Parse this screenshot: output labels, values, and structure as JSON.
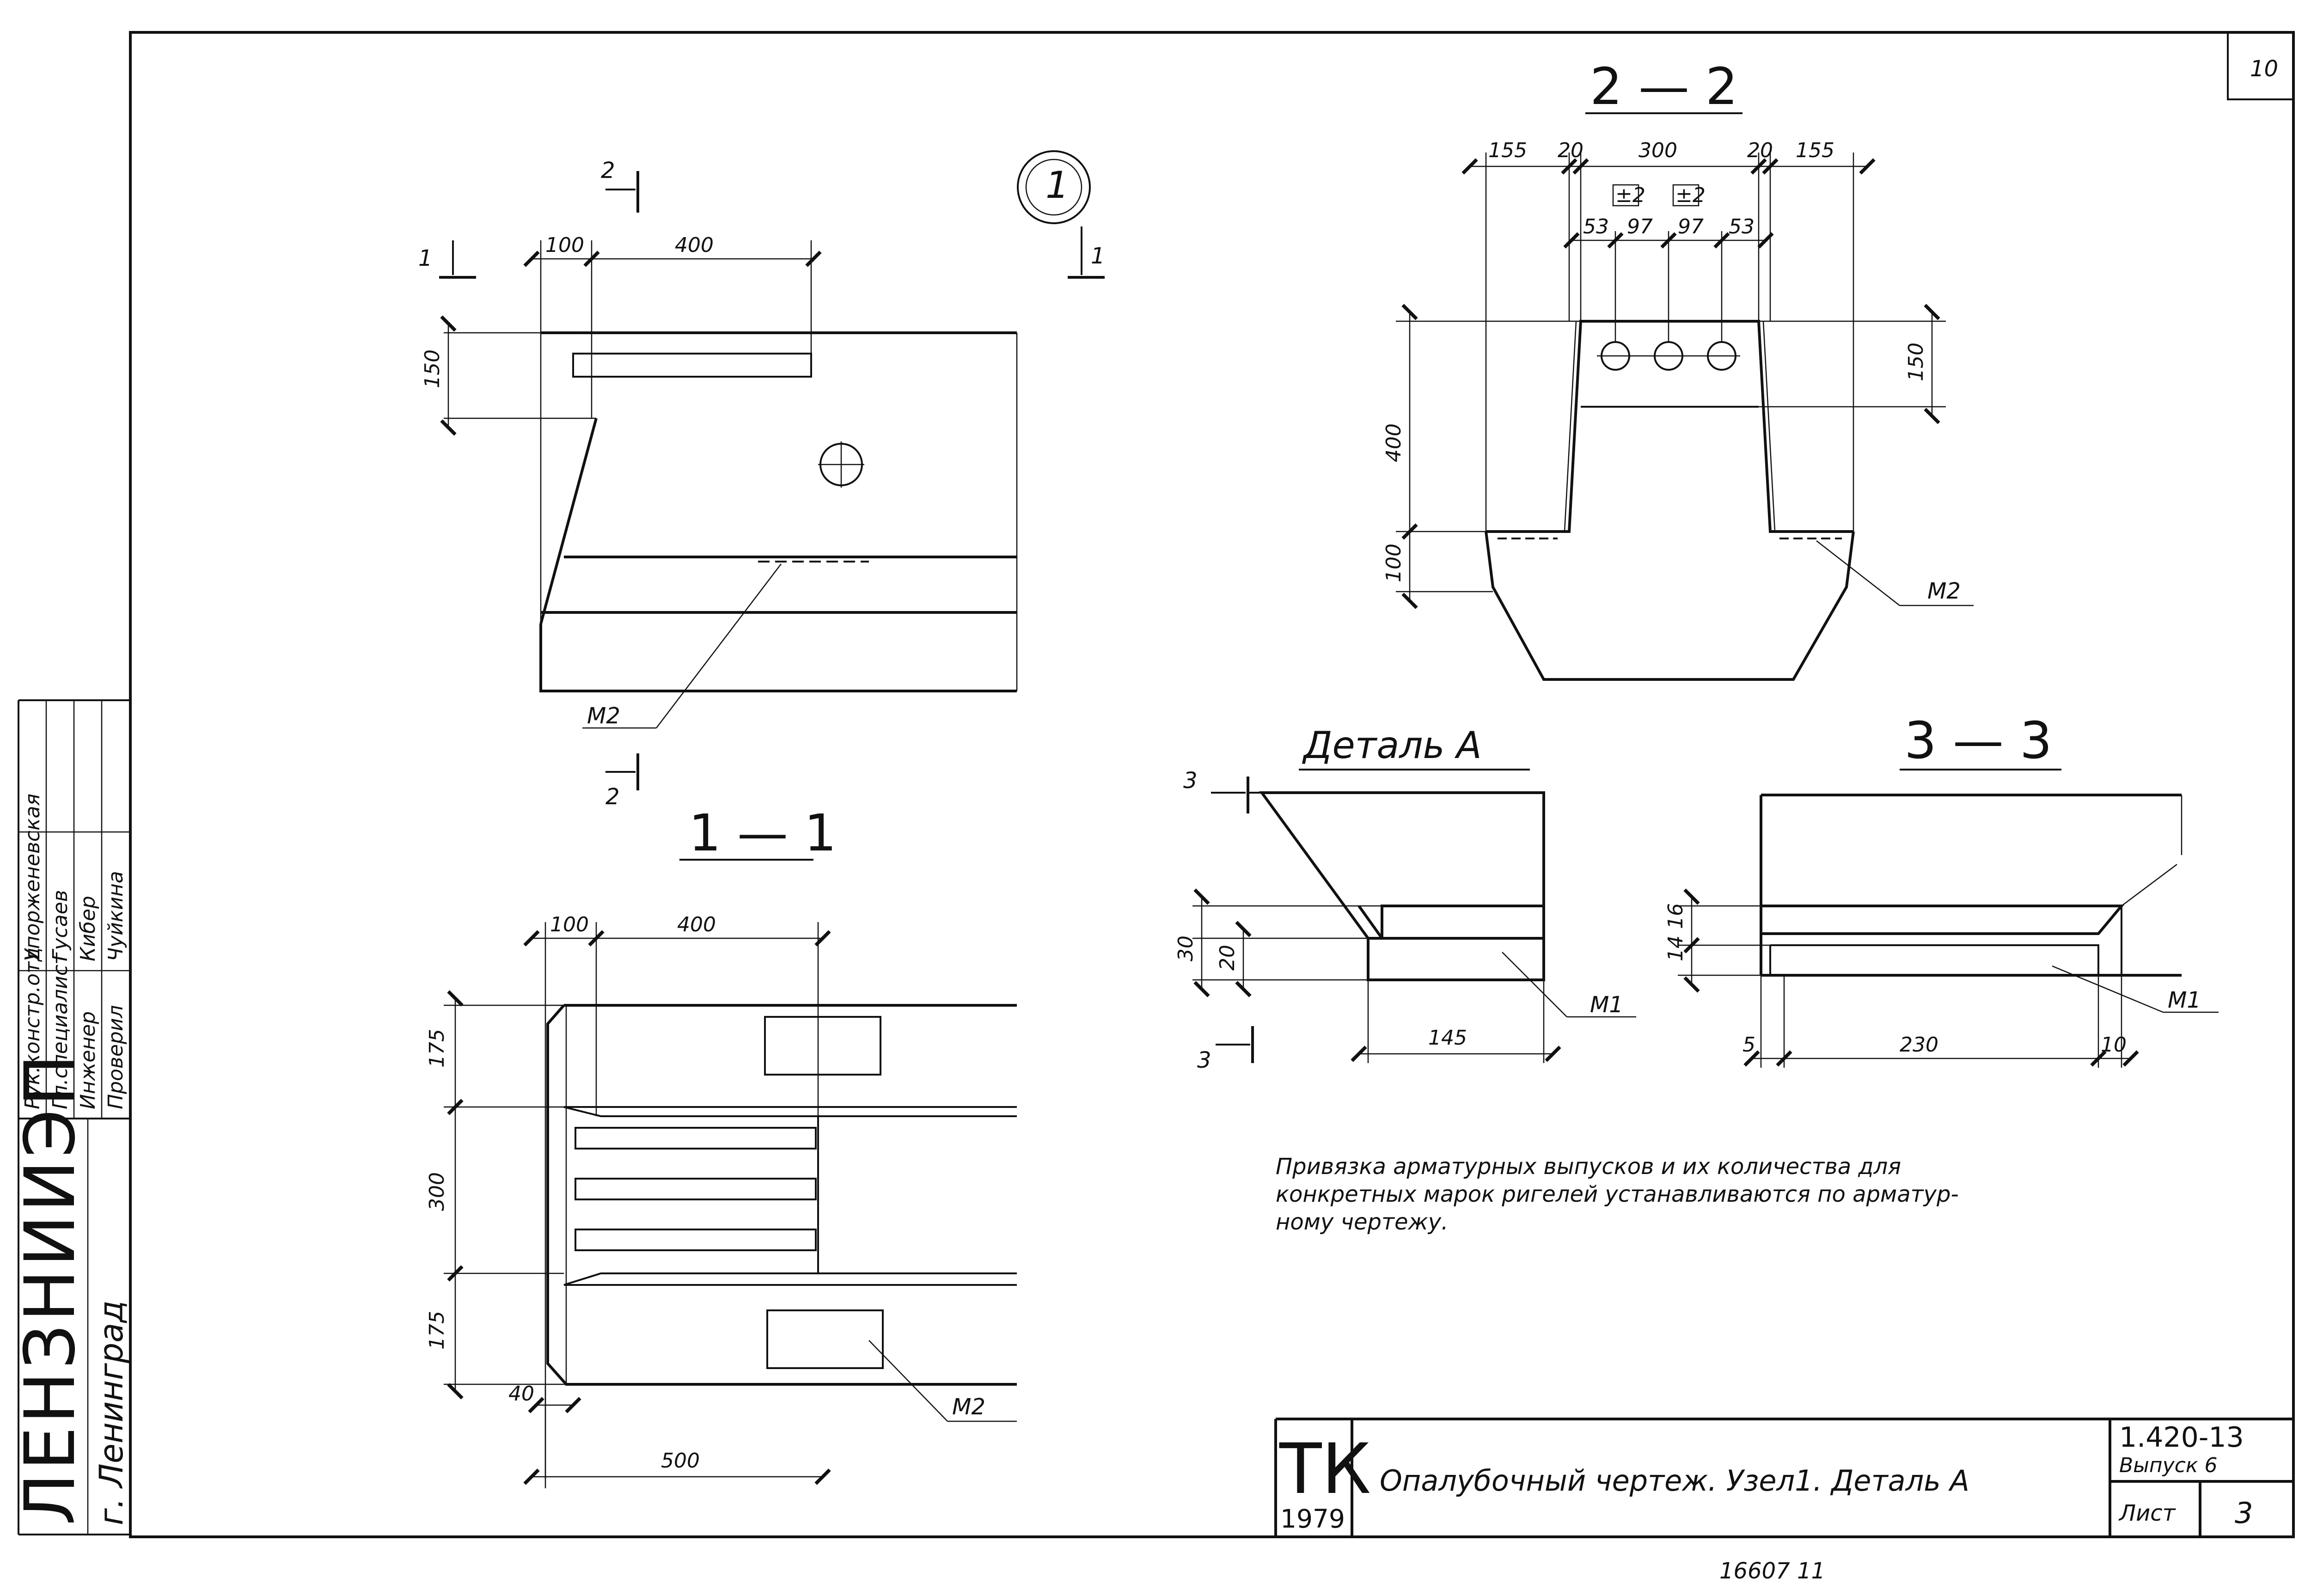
{
  "sheet": {
    "page_number": "10",
    "archive_number": "16607 11"
  },
  "node_view": {
    "node_mark": "1",
    "section_mark_1": "1",
    "section_mark_2": "2",
    "dim_100": "100",
    "dim_400": "400",
    "dim_150": "150",
    "embed_label": "M2"
  },
  "section_1_1": {
    "title": "1 — 1",
    "dim_100": "100",
    "dim_400": "400",
    "dim_175_top": "175",
    "dim_300": "300",
    "dim_175_bottom": "175",
    "dim_40": "40",
    "dim_500": "500",
    "embed_label": "M2"
  },
  "section_2_2": {
    "title": "2 — 2",
    "dim_155_left": "155",
    "dim_20_left": "20",
    "dim_300": "300",
    "dim_20_right": "20",
    "dim_155_right": "155",
    "tol_1": "±2",
    "tol_2": "±2",
    "dim_53_left": "53",
    "dim_97_left": "97",
    "dim_97_right": "97",
    "dim_53_right": "53",
    "dim_400": "400",
    "dim_100": "100",
    "dim_150": "150",
    "embed_label": "M2"
  },
  "detail_a": {
    "title": "Деталь А",
    "section_mark": "3",
    "dim_30": "30",
    "dim_20": "20",
    "dim_145": "145",
    "embed_label": "M1"
  },
  "section_3_3": {
    "title": "3 — 3",
    "dim_14": "14",
    "dim_16": "16",
    "dim_5": "5",
    "dim_230": "230",
    "dim_10": "10",
    "embed_label": "M1"
  },
  "note": {
    "line1": "Привязка арматурных выпусков и их количества для",
    "line2": "конкретных марок ригелей устанавливаются по арматур-",
    "line3": "ному чертежу."
  },
  "side_stamp": {
    "org": "ЛЕНЗНИИЭП",
    "city": "г. Ленинград",
    "rows": [
      {
        "role": "Рук.констр.отд",
        "name": "Упорженевская"
      },
      {
        "role": "Гл.специалист",
        "name": "Гусаев"
      },
      {
        "role": "Инженер",
        "name": "Кибер"
      },
      {
        "role": "Проверил",
        "name": "Чуйкина"
      }
    ]
  },
  "title_block": {
    "logo_letters": "ТК",
    "year": "1979",
    "title": "Опалубочный чертеж. Узел1. Деталь А",
    "series": "1.420-13",
    "issue": "Выпуск 6",
    "sheet_label": "Лист",
    "sheet_number": "3"
  }
}
